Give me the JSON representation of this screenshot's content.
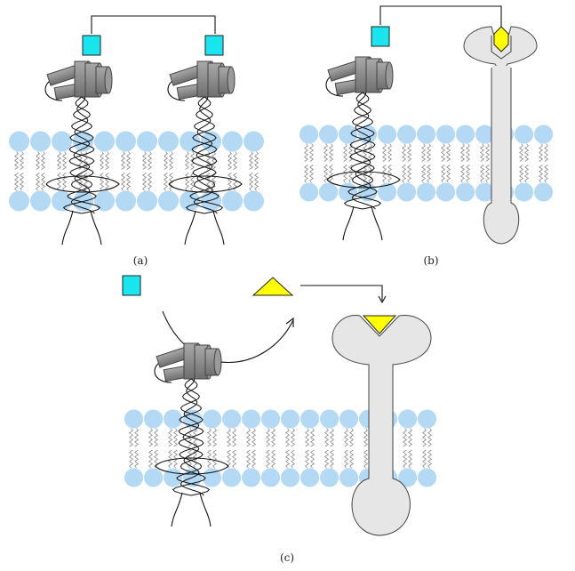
{
  "figure": {
    "panels": [
      {
        "id": "a",
        "label": "(a)"
      },
      {
        "id": "b",
        "label": "(b)"
      },
      {
        "id": "c",
        "label": "(c)"
      }
    ]
  },
  "colors": {
    "lipid_head": "#b3d9f5",
    "lipid_tail": "#8a8a8a",
    "ligand_square": "#19e5ef",
    "ligand_yellow": "#ffff00",
    "receptor_body": "#e6e6e6",
    "cylinder": "#8c8c8c",
    "line": "#111111"
  },
  "icons": {
    "square_ligand": "cyan-square",
    "hexagon_ligand": "yellow-hexagon",
    "triangle_ligand": "yellow-triangle"
  }
}
